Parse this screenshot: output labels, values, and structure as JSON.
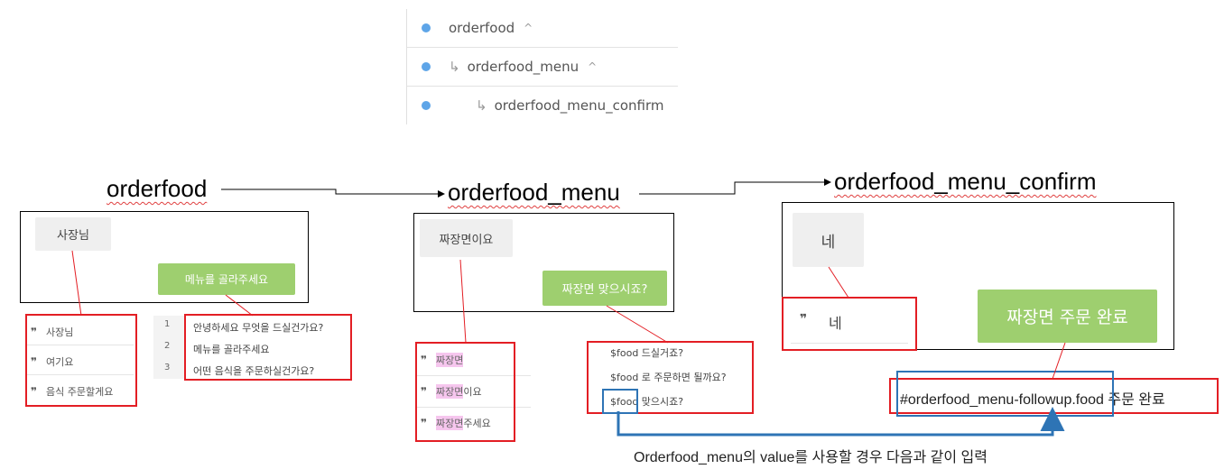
{
  "tree": {
    "items": [
      {
        "label": "orderfood",
        "prefix": "",
        "caret": "^"
      },
      {
        "label": "orderfood_menu",
        "prefix": "↳",
        "caret": "^"
      },
      {
        "label": "orderfood_menu_confirm",
        "prefix": "↳",
        "caret": ""
      }
    ]
  },
  "titles": {
    "t1": "orderfood",
    "t2": "orderfood_menu",
    "t3": "orderfood_menu_confirm"
  },
  "panel1": {
    "user_bubble": "사장님",
    "bot_bubble": "메뉴를 골라주세요",
    "phrases": [
      "사장님",
      "여기요",
      "음식 주문할게요"
    ],
    "line_numbers": [
      "1",
      "2",
      "3"
    ],
    "responses": [
      "안녕하세요 무엇을 드실건가요?",
      "메뉴를 골라주세요",
      "어떤 음식을 주문하실건가요?"
    ]
  },
  "panel2": {
    "user_bubble": "짜장면이요",
    "bot_bubble": "짜장면 맞으시죠?",
    "phrases": [
      {
        "hl": "짜장면",
        "rest": ""
      },
      {
        "hl": "짜장면",
        "rest": "이요"
      },
      {
        "hl": "짜장면",
        "rest": " 주세요"
      }
    ],
    "responses": [
      "$food 드실거죠?",
      "$food 로 주문하면 될까요?",
      "$food 맞으시죠?"
    ]
  },
  "panel3": {
    "user_bubble": "네",
    "bot_bubble": "짜장면 주문 완료",
    "phrase": "네",
    "response_var": "#orderfood_menu-followup.food",
    "response_rest": " 주문 완료"
  },
  "note": "Orderfood_menu의 value를 사용할 경우 다음과 같이 입력",
  "colors": {
    "red": "#e31e24",
    "blue": "#2e74b5",
    "green": "#9ecf6f",
    "dot": "#5ea5e8"
  }
}
